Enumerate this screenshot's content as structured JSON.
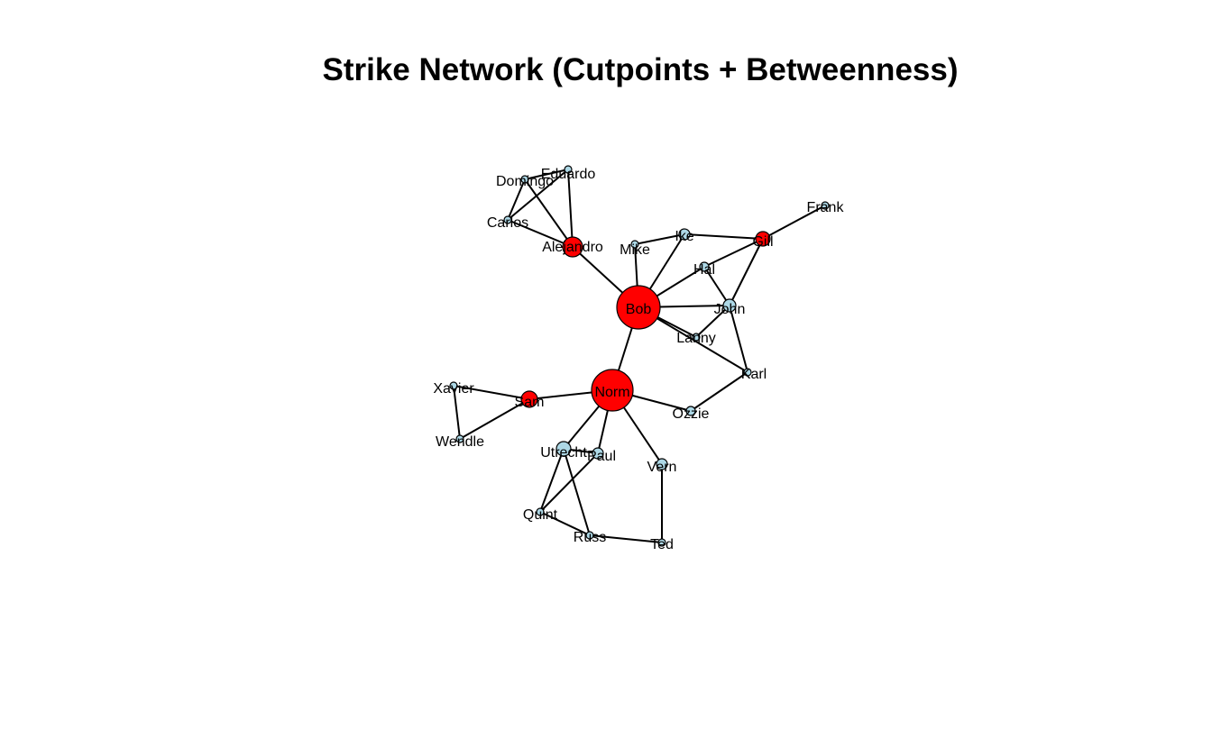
{
  "title": "Strike Network (Cutpoints + Betweenness)",
  "colors": {
    "cutpoint": "#ff0000",
    "other": "#add8e6",
    "edge": "#000000",
    "stroke": "#000000"
  },
  "nodes": [
    {
      "name": "Bob",
      "cutpoint": true
    },
    {
      "name": "Norm",
      "cutpoint": true
    },
    {
      "name": "Alejandro",
      "cutpoint": true
    },
    {
      "name": "Sam",
      "cutpoint": true
    },
    {
      "name": "Gill",
      "cutpoint": true
    },
    {
      "name": "Domingo",
      "cutpoint": false
    },
    {
      "name": "Eduardo",
      "cutpoint": false
    },
    {
      "name": "Carlos",
      "cutpoint": false
    },
    {
      "name": "Frank",
      "cutpoint": false
    },
    {
      "name": "Ike",
      "cutpoint": false
    },
    {
      "name": "Mike",
      "cutpoint": false
    },
    {
      "name": "Hal",
      "cutpoint": false
    },
    {
      "name": "John",
      "cutpoint": false
    },
    {
      "name": "Lanny",
      "cutpoint": false
    },
    {
      "name": "Karl",
      "cutpoint": false
    },
    {
      "name": "Ozzie",
      "cutpoint": false
    },
    {
      "name": "Xavier",
      "cutpoint": false
    },
    {
      "name": "Wendle",
      "cutpoint": false
    },
    {
      "name": "Utrecht",
      "cutpoint": false
    },
    {
      "name": "Paul",
      "cutpoint": false
    },
    {
      "name": "Vern",
      "cutpoint": false
    },
    {
      "name": "Quint",
      "cutpoint": false
    },
    {
      "name": "Russ",
      "cutpoint": false
    },
    {
      "name": "Ted",
      "cutpoint": false
    }
  ],
  "edges": [
    [
      "Domingo",
      "Eduardo"
    ],
    [
      "Domingo",
      "Carlos"
    ],
    [
      "Domingo",
      "Alejandro"
    ],
    [
      "Eduardo",
      "Carlos"
    ],
    [
      "Eduardo",
      "Alejandro"
    ],
    [
      "Carlos",
      "Alejandro"
    ],
    [
      "Alejandro",
      "Bob"
    ],
    [
      "Bob",
      "Mike"
    ],
    [
      "Bob",
      "Ike"
    ],
    [
      "Bob",
      "Hal"
    ],
    [
      "Bob",
      "John"
    ],
    [
      "Bob",
      "Lanny"
    ],
    [
      "Bob",
      "Karl"
    ],
    [
      "Bob",
      "Norm"
    ],
    [
      "Mike",
      "Ike"
    ],
    [
      "Ike",
      "Gill"
    ],
    [
      "Hal",
      "Gill"
    ],
    [
      "Hal",
      "John"
    ],
    [
      "John",
      "Gill"
    ],
    [
      "Gill",
      "Frank"
    ],
    [
      "John",
      "Lanny"
    ],
    [
      "John",
      "Karl"
    ],
    [
      "Karl",
      "Ozzie"
    ],
    [
      "Norm",
      "Ozzie"
    ],
    [
      "Norm",
      "Sam"
    ],
    [
      "Norm",
      "Utrecht"
    ],
    [
      "Norm",
      "Paul"
    ],
    [
      "Norm",
      "Vern"
    ],
    [
      "Sam",
      "Xavier"
    ],
    [
      "Sam",
      "Wendle"
    ],
    [
      "Xavier",
      "Wendle"
    ],
    [
      "Utrecht",
      "Paul"
    ],
    [
      "Utrecht",
      "Quint"
    ],
    [
      "Utrecht",
      "Russ"
    ],
    [
      "Paul",
      "Quint"
    ],
    [
      "Quint",
      "Russ"
    ],
    [
      "Russ",
      "Ted"
    ],
    [
      "Vern",
      "Ted"
    ]
  ]
}
